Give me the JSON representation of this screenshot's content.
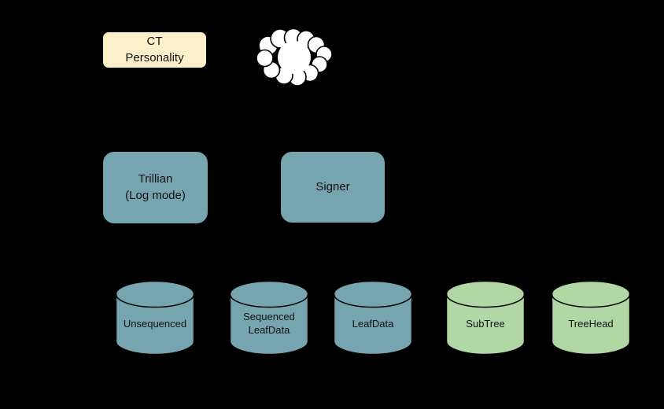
{
  "colors": {
    "background": "#000000",
    "process_teal": "#76A5AF",
    "storage_teal": "#76A5AF",
    "storage_green": "#B1D7A5",
    "personality_cream": "#FCF0CB",
    "cloud_white": "#FFFFFF",
    "outline": "#000000",
    "label_text": "#111111"
  },
  "nodes": {
    "ct_personality": {
      "label": "CT\nPersonality"
    },
    "trillian": {
      "label": "Trillian\n(Log mode)"
    },
    "signer": {
      "label": "Signer"
    },
    "unsequenced": {
      "label": "Unsequenced"
    },
    "sequenced_leafdata": {
      "label": "Sequenced\nLeafData"
    },
    "leafdata": {
      "label": "LeafData"
    },
    "subtree": {
      "label": "SubTree"
    },
    "treehead": {
      "label": "TreeHead"
    }
  },
  "icons": {
    "cloud": "cloud-icon",
    "database": "database-cylinder-icon"
  }
}
